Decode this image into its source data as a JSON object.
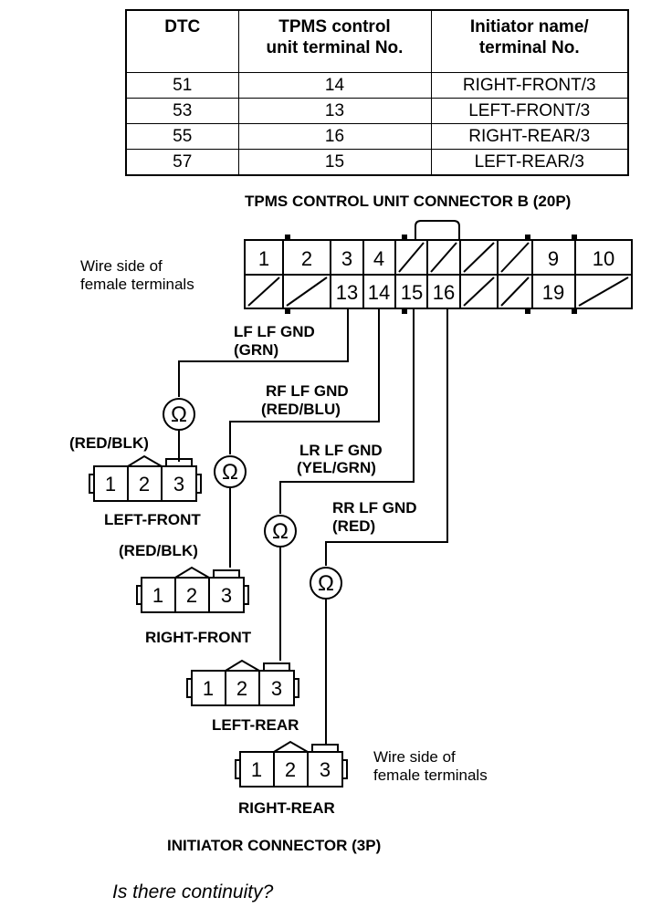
{
  "table": {
    "headers": [
      "DTC",
      "TPMS control\nunit terminal No.",
      "Initiator name/\nterminal No."
    ],
    "rows": [
      [
        "51",
        "14",
        "RIGHT-FRONT/3"
      ],
      [
        "53",
        "13",
        "LEFT-FRONT/3"
      ],
      [
        "55",
        "16",
        "RIGHT-REAR/3"
      ],
      [
        "57",
        "15",
        "LEFT-REAR/3"
      ]
    ]
  },
  "connector_b": {
    "title": "TPMS CONTROL UNIT CONNECTOR B (20P)",
    "side_label": "Wire side of\nfemale terminals",
    "top_terminals": [
      "1",
      "2",
      "3",
      "4",
      "9",
      "10"
    ],
    "bottom_terminals": [
      "13",
      "14",
      "15",
      "16",
      "19"
    ]
  },
  "wires": [
    {
      "circuit": "LF LF GND",
      "color": "(GRN)",
      "terminal": "13"
    },
    {
      "circuit": "RF LF GND",
      "color": "(RED/BLU)",
      "terminal": "14"
    },
    {
      "circuit": "LR LF GND",
      "color": "(YEL/GRN)",
      "terminal": "15"
    },
    {
      "circuit": "RR LF GND",
      "color": "(RED)",
      "terminal": "16"
    }
  ],
  "initiators": [
    {
      "name": "LEFT-FRONT",
      "wire_color": "(RED/BLK)",
      "pins": [
        "1",
        "2",
        "3"
      ]
    },
    {
      "name": "RIGHT-FRONT",
      "wire_color": "(RED/BLK)",
      "pins": [
        "1",
        "2",
        "3"
      ]
    },
    {
      "name": "LEFT-REAR",
      "pins": [
        "1",
        "2",
        "3"
      ]
    },
    {
      "name": "RIGHT-REAR",
      "pins": [
        "1",
        "2",
        "3"
      ]
    }
  ],
  "ohm_symbol": "Ω",
  "wire_side_note": "Wire side of\nfemale terminals",
  "initiator_connector_title": "INITIATOR CONNECTOR (3P)",
  "question": "Is there continuity?"
}
